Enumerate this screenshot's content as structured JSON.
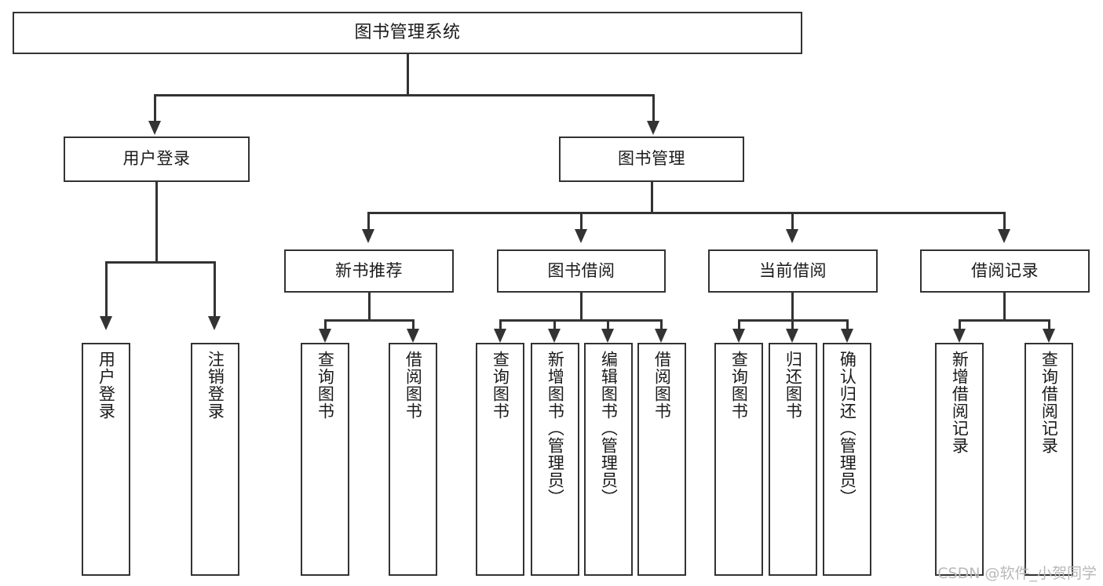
{
  "diagram": {
    "type": "tree",
    "title": "图书管理系统",
    "watermark": "CSDN @软件_小贺同学",
    "colors": {
      "box_border": "#333333",
      "box_fill": "#ffffff",
      "connector": "#333333",
      "text": "#1a1a1a",
      "watermark": "#b9b9b9",
      "background": "#ffffff"
    },
    "nodes": {
      "root": {
        "label": "图书管理系统"
      },
      "level2": [
        {
          "label": "用户登录"
        },
        {
          "label": "图书管理"
        }
      ],
      "level3": [
        {
          "label": "新书推荐"
        },
        {
          "label": "图书借阅"
        },
        {
          "label": "当前借阅"
        },
        {
          "label": "借阅记录"
        }
      ],
      "leaves_user_login": [
        {
          "label": "用户登录"
        },
        {
          "label": "注销登录"
        }
      ],
      "leaves_new_books": [
        {
          "label": "查询图书"
        },
        {
          "label": "借阅图书"
        }
      ],
      "leaves_borrow": [
        {
          "label": "查询图书"
        },
        {
          "label": "新增图书（管理员）"
        },
        {
          "label": "编辑图书（管理员）"
        },
        {
          "label": "借阅图书"
        }
      ],
      "leaves_current": [
        {
          "label": "查询图书"
        },
        {
          "label": "归还图书"
        },
        {
          "label": "确认归还（管理员）"
        }
      ],
      "leaves_records": [
        {
          "label": "新增借阅记录"
        },
        {
          "label": "查询借阅记录"
        }
      ]
    }
  }
}
